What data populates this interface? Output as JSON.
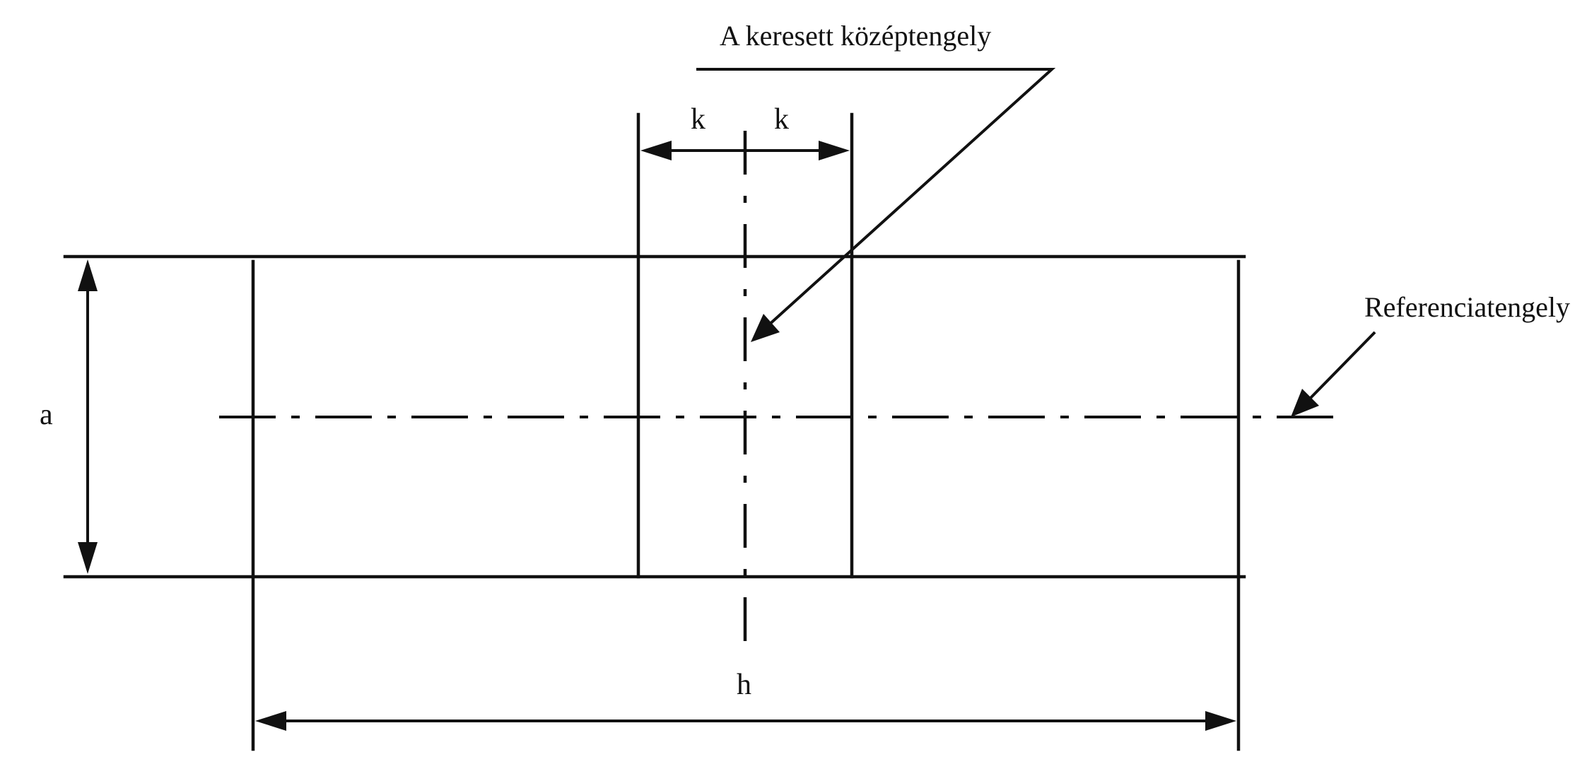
{
  "labels": {
    "sought_axis": "A keresett középtengely",
    "reference_axis": "Referenciatengely",
    "dim_k_left": "k",
    "dim_k_right": "k",
    "dim_a": "a",
    "dim_h": "h"
  }
}
